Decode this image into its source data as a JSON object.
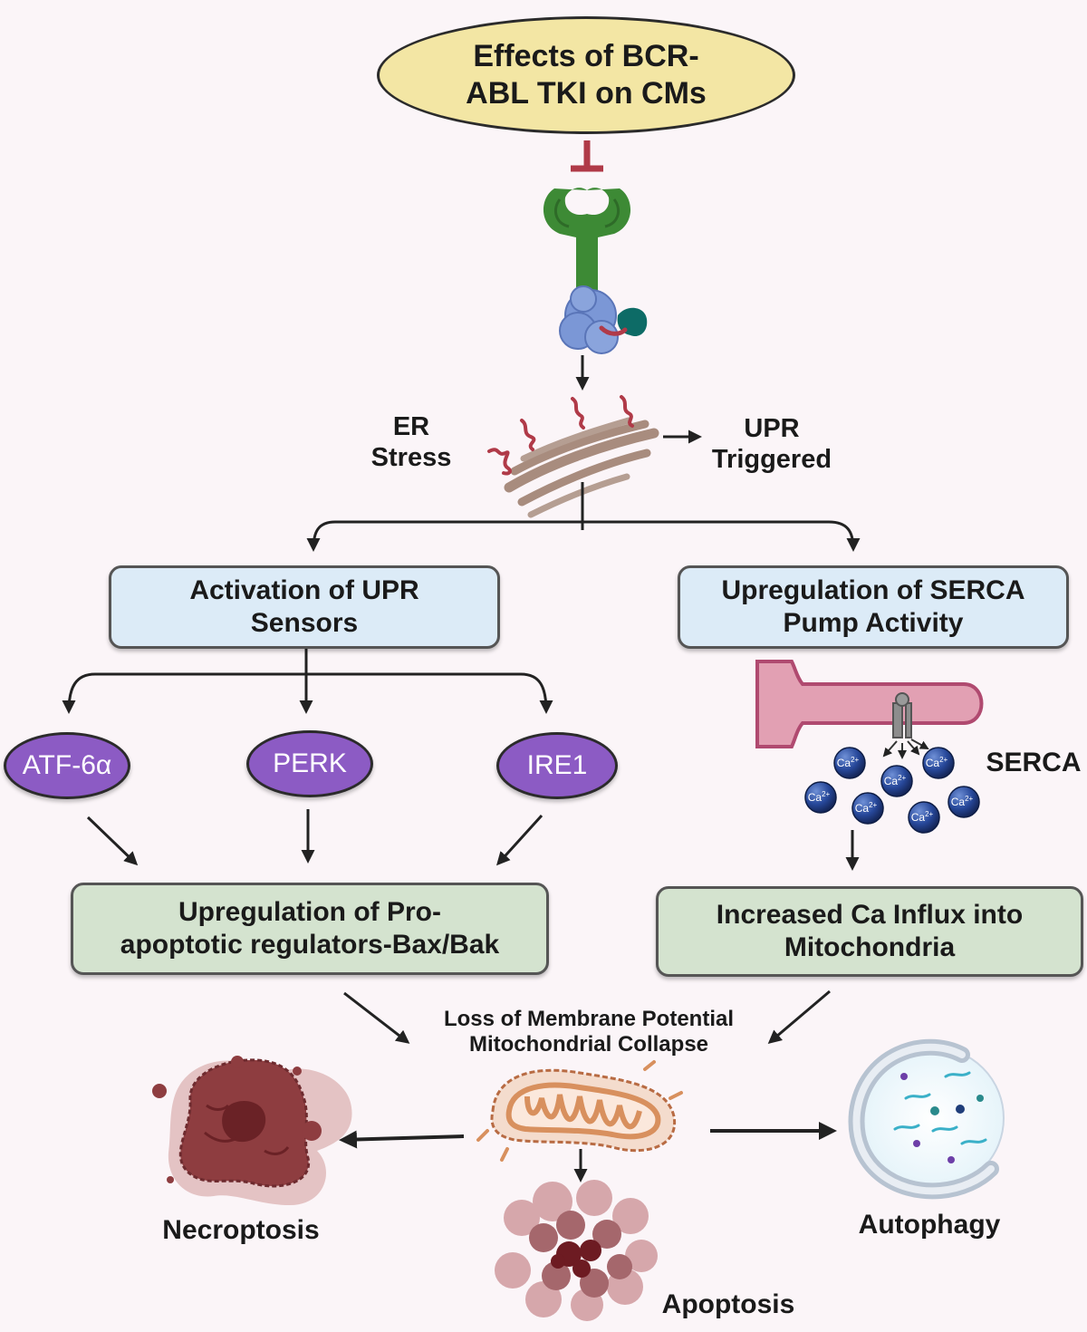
{
  "title": {
    "line1": "Effects of BCR-",
    "line2": "ABL TKI on CMs"
  },
  "er": {
    "label_line1": "ER",
    "label_line2": "Stress"
  },
  "upr": {
    "label_line1": "UPR",
    "label_line2": "Triggered"
  },
  "left_box": {
    "line1": "Activation of UPR",
    "line2": "Sensors"
  },
  "right_box": {
    "line1": "Upregulation of SERCA",
    "line2": "Pump Activity"
  },
  "sensors": {
    "atf6": "ATF-6α",
    "perk": "PERK",
    "ire1": "IRE1"
  },
  "serca": {
    "label": "SERCA",
    "ion": "Ca",
    "charge": "2+"
  },
  "proapoptotic_box": {
    "line1": "Upregulation of Pro-",
    "line2": "apoptotic regulators-Bax/Bak"
  },
  "calcium_box": {
    "line1": "Increased Ca Influx into",
    "line2": "Mitochondria"
  },
  "mito": {
    "line1": "Loss of Membrane Potential",
    "line2": "Mitochondrial Collapse"
  },
  "outcomes": {
    "necroptosis": "Necroptosis",
    "apoptosis": "Apoptosis",
    "autophagy": "Autophagy"
  },
  "colors": {
    "title_fill": "#f3e6a4",
    "sensor_box": "#dcebf7",
    "result_box": "#d4e3cf",
    "sensor_oval": "#8c5bc4",
    "receptor": "#3d8a35",
    "kinase": "#7b97d6",
    "inhibitor": "#b03a48",
    "er_membrane": "#a88c7e",
    "serca_tube": "#e2a0b3",
    "calcium": "#1f3e7a",
    "mitochondria": "#e6a37a",
    "necro": "#8e3d40",
    "apoptosis": "#6d1b22",
    "autophagy": "#b7c3d1"
  }
}
